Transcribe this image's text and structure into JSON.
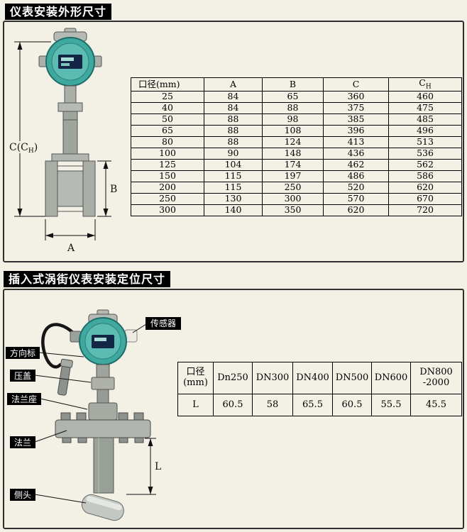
{
  "page": {
    "background": "#f3f0e6",
    "accent_teal": "#3fa9a0",
    "tag_bg": "#000000"
  },
  "section1": {
    "title": "仪表安装外形尺寸",
    "drawing": {
      "dim_c_prefix": "C(C",
      "dim_c_sub": "H",
      "dim_c_suffix": ")",
      "dim_b": "B",
      "dim_a": "A"
    },
    "table": {
      "col_diameter": "口径(mm)",
      "col_a": "A",
      "col_b": "B",
      "col_c": "C",
      "col_ch_base": "C",
      "col_ch_sub": "H",
      "rows": [
        [
          "25",
          "84",
          "65",
          "360",
          "460"
        ],
        [
          "40",
          "84",
          "88",
          "375",
          "475"
        ],
        [
          "50",
          "88",
          "98",
          "385",
          "485"
        ],
        [
          "65",
          "88",
          "108",
          "396",
          "496"
        ],
        [
          "80",
          "88",
          "124",
          "413",
          "513"
        ],
        [
          "100",
          "90",
          "148",
          "436",
          "536"
        ],
        [
          "125",
          "104",
          "174",
          "462",
          "562"
        ],
        [
          "150",
          "115",
          "197",
          "486",
          "586"
        ],
        [
          "200",
          "115",
          "250",
          "520",
          "620"
        ],
        [
          "250",
          "130",
          "300",
          "570",
          "670"
        ],
        [
          "300",
          "140",
          "350",
          "620",
          "720"
        ]
      ]
    }
  },
  "section2": {
    "title": "插入式涡街仪表安装定位尺寸",
    "drawing": {
      "label_sensor": "传感器",
      "label_direction": "方向标",
      "label_gland": "压盖",
      "label_flange_seat": "法兰座",
      "label_flange": "法兰",
      "label_probe": "侧头",
      "dim_l": "L"
    },
    "table": {
      "col_diameter": "口径\n(mm)",
      "headers": [
        "Dn250",
        "DN300",
        "DN400",
        "DN500",
        "DN600",
        "DN800\n-2000"
      ],
      "row_label": "L",
      "values": [
        "60.5",
        "58",
        "65.5",
        "60.5",
        "55.5",
        "45.5"
      ]
    }
  }
}
